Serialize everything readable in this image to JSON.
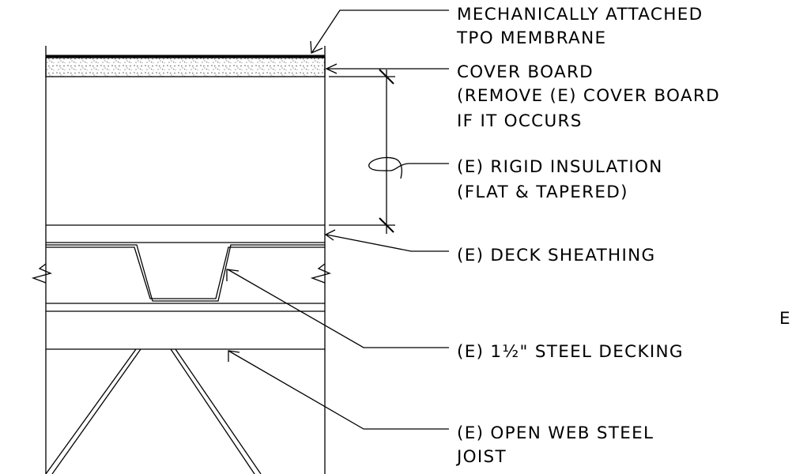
{
  "labels": {
    "membrane_line1": "MECHANICALLY ATTACHED",
    "membrane_line2": "TPO MEMBRANE",
    "cover_board_line1": "COVER BOARD",
    "cover_board_line2": "(REMOVE (E) COVER BOARD",
    "cover_board_line3": "IF IT OCCURS",
    "insulation_line1": "(E) RIGID INSULATION",
    "insulation_line2": "(FLAT & TAPERED)",
    "deck_sheathing": "(E) DECK SHEATHING",
    "steel_decking": "(E) 1½\" STEEL DECKING",
    "joist_line1": "(E) OPEN WEB STEEL",
    "joist_line2": "JOIST",
    "edge_fragment": "E"
  },
  "colors": {
    "line": "#000000",
    "background": "#ffffff"
  }
}
